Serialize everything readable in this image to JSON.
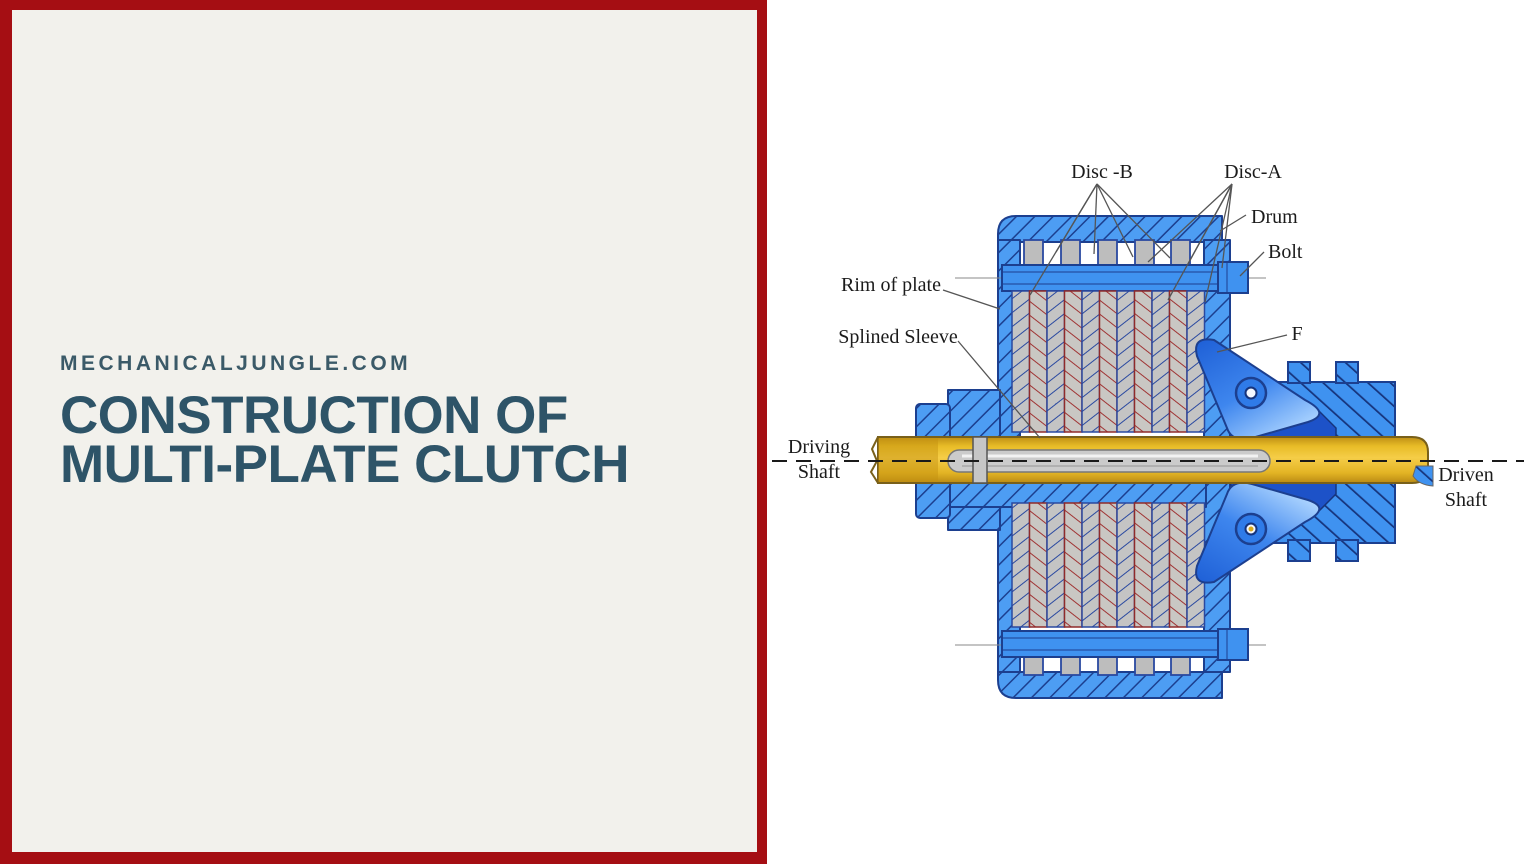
{
  "brand": {
    "text": "MECHANICALJUNGLE.COM"
  },
  "title": {
    "line1": "CONSTRUCTION OF",
    "line2": "MULTI-PLATE CLUTCH"
  },
  "colors": {
    "frame_red": "#A50E13",
    "panel_cream": "#F2F1EC",
    "title_teal": "#2E5468",
    "brand_teal": "#3B5A68",
    "diagram_blue": "#4D9DF3",
    "diagram_navy": "#1C3F8F",
    "shaft_gold": "#EDC22F",
    "plate_gray": "#C4C4C4",
    "hatch_red": "#A03434",
    "background": "#FFFFFF"
  },
  "diagram": {
    "labels": {
      "disc_b": "Disc -B",
      "disc_a": "Disc-A",
      "drum": "Drum",
      "bolt": "Bolt",
      "rim_of_plate": "Rim of plate",
      "splined_sleeve": "Splined Sleeve",
      "lever": "F",
      "driving_shaft_line1": "Driving",
      "driving_shaft_line2": "Shaft",
      "driven_shaft_line1": "Driven",
      "driven_shaft_line2": "Shaft"
    }
  }
}
